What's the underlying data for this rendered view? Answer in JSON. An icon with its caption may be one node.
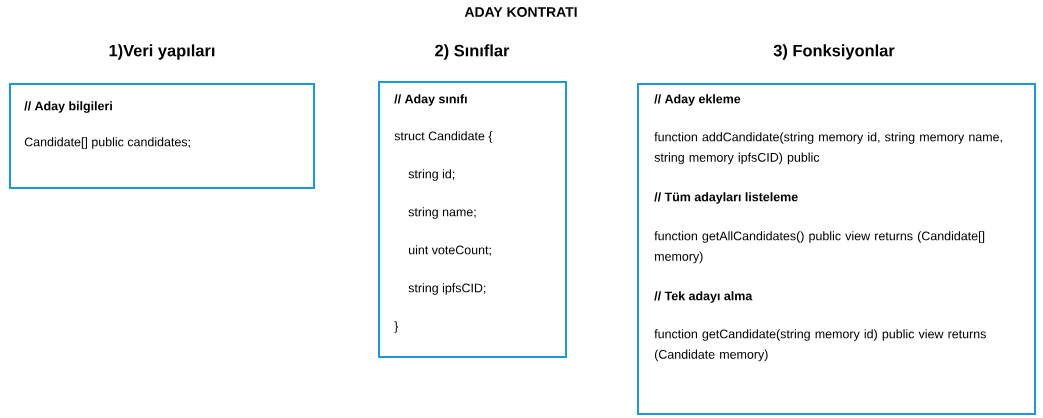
{
  "diagram": {
    "title": "ADAY KONTRATI",
    "nodes": [
      {
        "text": [
          "1)Veri yapıları",
          "// Aday bilgileri",
          "Candidate[] public candidates;"
        ]
      },
      {
        "text": [
          "2) Sınıflar",
          "// Aday sınıfı",
          "struct Candidate {",
          "string id;",
          "string name;",
          "uint voteCount;",
          "string ipfsCID;",
          "}"
        ]
      },
      {
        "text": [
          "3) Fonksiyonlar",
          "// Aday ekleme",
          "function addCandidate(string memory id, string memory name, string memory ipfsCID) public",
          "// Tüm adayları listeleme",
          "function getAllCandidates() public view returns (Candidate[] memory)",
          "// Tek adayı alma",
          "function getCandidate(string memory id) public view returns (Candidate memory)"
        ]
      }
    ]
  }
}
